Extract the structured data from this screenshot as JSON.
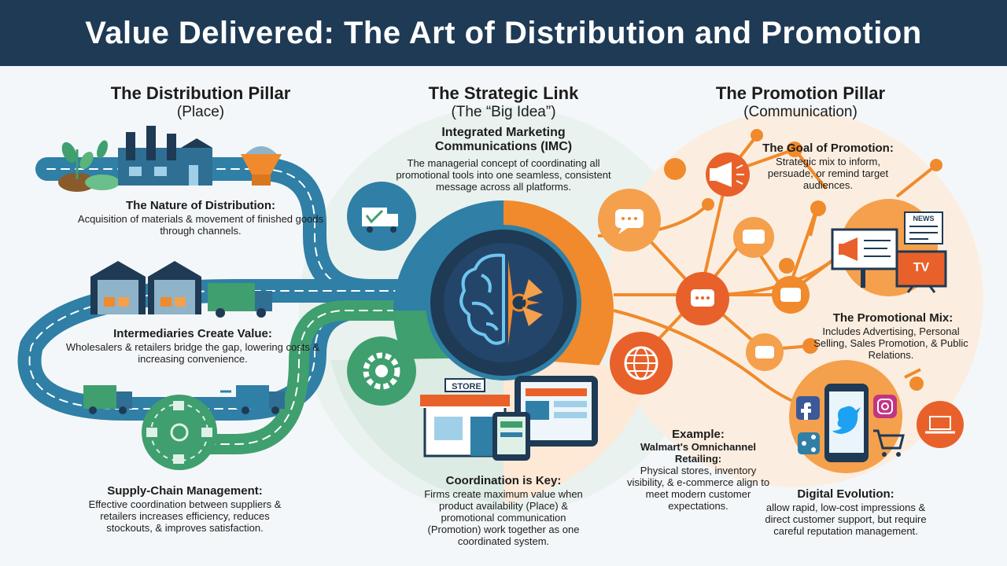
{
  "title": "Value Delivered: The Art of Distribution and Promotion",
  "distribution": {
    "heading": "The Distribution Pillar",
    "subheading": "(Place)",
    "nature": {
      "title": "The Nature of Distribution:",
      "text": "Acquisition of materials & movement of finished goods through channels."
    },
    "intermediaries": {
      "title": "Intermediaries Create Value:",
      "text": "Wholesalers & retailers bridge the gap, lowering costs & increasing convenience."
    },
    "supply_chain": {
      "title": "Supply-Chain Management:",
      "text": "Effective coordination between suppliers & retailers increases efficiency, reduces stockouts, & improves satisfaction."
    }
  },
  "strategic": {
    "heading": "The Strategic Link",
    "subheading": "(The “Big Idea”)",
    "imc_title": "Integrated Marketing Communications (IMC)",
    "imc_text": "The managerial concept of coordinating all promotional tools into one seamless, consistent message across all platforms.",
    "coordination_title": "Coordination is Key:",
    "coordination_text": "Firms create maximum value when product availability (Place) & promotional communication (Promotion) work together as one coordinated system.",
    "store_sign": "STORE"
  },
  "promotion": {
    "heading": "The Promotion Pillar",
    "subheading": "(Communication)",
    "goal": {
      "title": "The Goal of Promotion:",
      "text": "Strategic mix to inform, persuade, or remind target audiences."
    },
    "mix": {
      "title": "The Promotional Mix:",
      "text": "Includes Advertising, Personal Selling, Sales Promotion, & Public Relations."
    },
    "example": {
      "title": "Example:",
      "subtitle": "Walmart's Omnichannel Retailing:",
      "text": "Physical stores, inventory visibility, & e-commerce align to meet modern customer expectations."
    },
    "digital": {
      "title": "Digital Evolution:",
      "text": "allow rapid, low-cost impressions & direct customer support, but require careful reputation management."
    },
    "news_label": "NEWS",
    "tv_label": "TV"
  },
  "colors": {
    "navy": "#1e3a55",
    "blue": "#2f7fa6",
    "green": "#3f9f6e",
    "orange": "#f08a2c",
    "dark_orange": "#e8612a"
  },
  "icons": [
    "plant-icon",
    "factory-icon",
    "warehouse-icon",
    "truck-icon",
    "globe-icon",
    "gear-icon",
    "brain-icon",
    "compass-icon",
    "megaphone-icon",
    "chat-icon",
    "billboard-icon",
    "newspaper-icon",
    "tv-icon",
    "smartphone-icon",
    "facebook-icon",
    "twitter-icon",
    "instagram-icon",
    "cart-icon",
    "laptop-icon",
    "store-icon",
    "tablet-icon"
  ]
}
